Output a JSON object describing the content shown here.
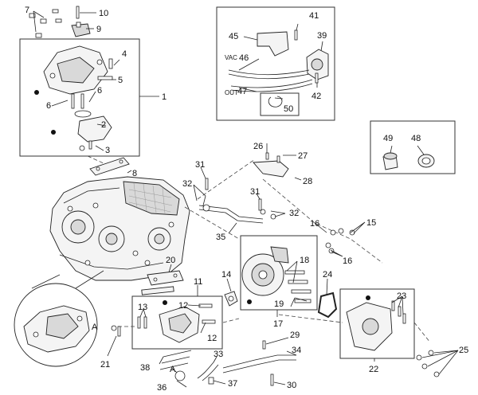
{
  "callouts": {
    "c1": "1",
    "c2": "2",
    "c3": "3",
    "c4": "4",
    "c5": "5",
    "c6a": "6",
    "c6b": "6",
    "c7": "7",
    "c8": "8",
    "c9": "9",
    "c10": "10",
    "c11": "11",
    "c12a": "12",
    "c12b": "12",
    "c13": "13",
    "c14": "14",
    "c15": "15",
    "c16a": "16",
    "c16b": "16",
    "c17": "17",
    "c18": "18",
    "c19": "19",
    "c20": "20",
    "c21": "21",
    "c22": "22",
    "c23": "23",
    "c24": "24",
    "c25": "25",
    "c26": "26",
    "c27": "27",
    "c28": "28",
    "c29": "29",
    "c30": "30",
    "c31a": "31",
    "c31b": "31",
    "c32a": "32",
    "c32b": "32",
    "c33": "33",
    "c34": "34",
    "c35": "35",
    "c36": "36",
    "c37": "37",
    "c38": "38",
    "c39": "39",
    "c41": "41",
    "c42": "42",
    "c45": "45",
    "c46": "46",
    "c47": "47",
    "c48": "48",
    "c49": "49",
    "c50": "50"
  },
  "hose_labels": {
    "vac": "VAC",
    "out": "OUT"
  },
  "reference_marks": {
    "a_detail": "A",
    "a_hose": "A"
  }
}
